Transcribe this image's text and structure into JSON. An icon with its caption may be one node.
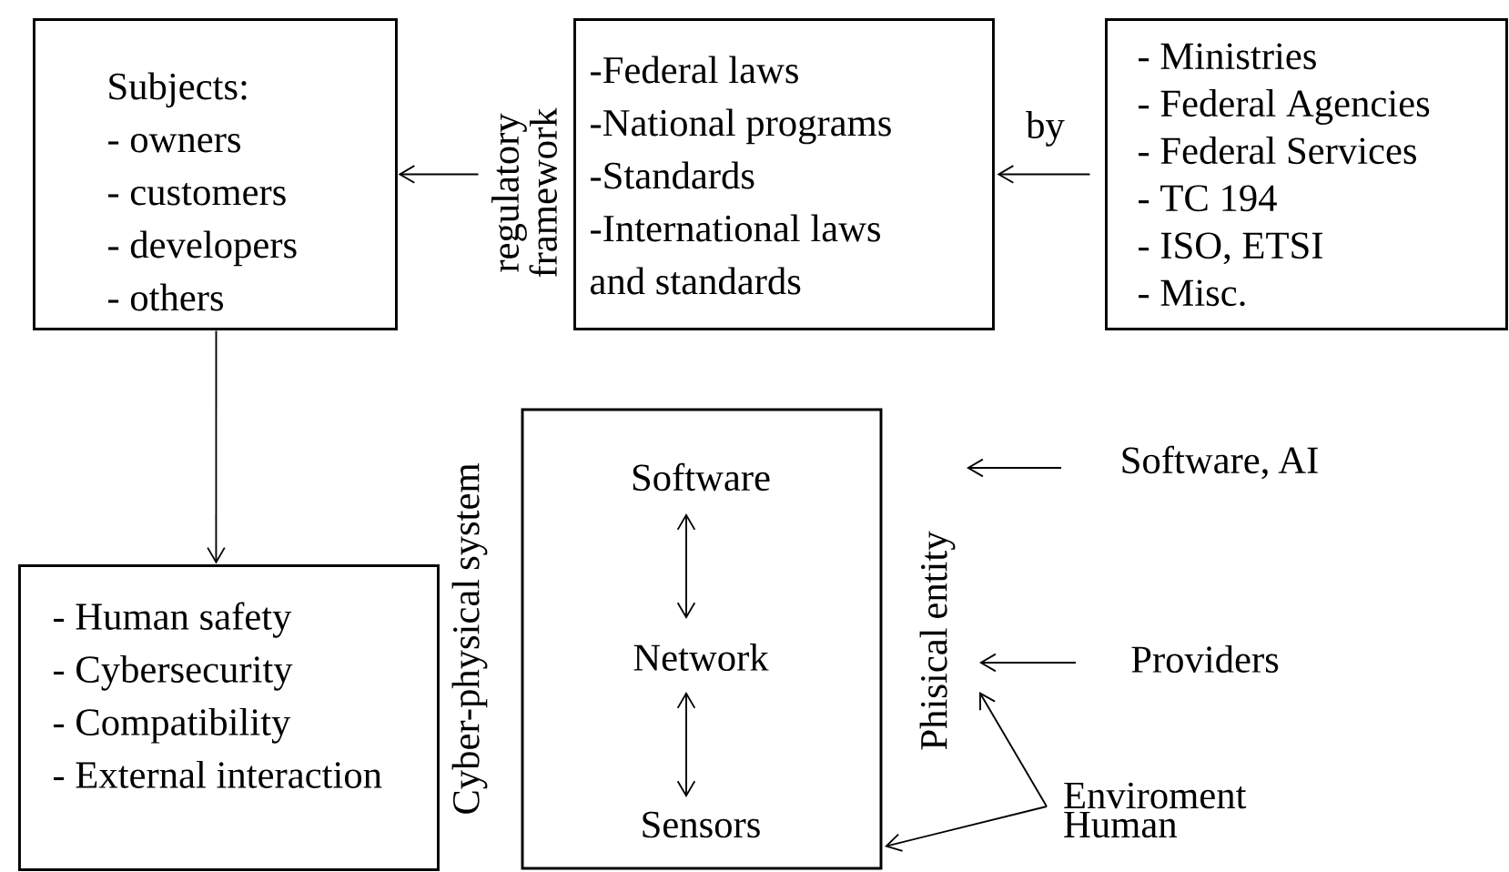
{
  "diagram": {
    "nodes": [
      {
        "text": [
          "Subjects:",
          "- owners",
          "- customers",
          "- developers",
          "- others"
        ]
      },
      {
        "text": [
          "-Federal laws",
          "-National programs",
          "-Standards",
          "-International laws and standards"
        ],
        "beside": [
          "regulatory framework"
        ]
      },
      {
        "text": [
          "- Ministries",
          "- Federal Agencies",
          "- Federal Services",
          "- TC 194",
          "- ISO, ETSI",
          "- Misc."
        ]
      },
      {
        "text": [
          "- Human safety",
          "- Cybersecurity",
          "- Compatibility",
          "- External interaction"
        ]
      },
      {
        "text": [],
        "shape": "box",
        "beside": [
          "Cyber-physical system"
        ]
      },
      {
        "text": [
          "Software"
        ],
        "in": 4
      },
      {
        "text": [
          "Network"
        ],
        "in": 4
      },
      {
        "text": [
          "Sensors"
        ],
        "in": 4
      },
      {
        "text": [
          "Phisical entity"
        ]
      },
      {
        "text": [
          "Software, AI"
        ]
      },
      {
        "text": [
          "Providers"
        ]
      },
      {
        "text": [
          "Enviroment Human"
        ]
      }
    ],
    "edges": [
      {
        "from": 1,
        "to": 0,
        "arrow": "to"
      },
      {
        "from": 2,
        "to": 1,
        "arrow": "to",
        "label": "by"
      },
      {
        "from": 0,
        "to": 3,
        "arrow": "to"
      },
      {
        "from": 5,
        "to": 6,
        "arrow": "both"
      },
      {
        "from": 6,
        "to": 7,
        "arrow": "both"
      },
      {
        "from": 9,
        "to": 8,
        "arrow": "to"
      },
      {
        "from": 10,
        "to": 8,
        "arrow": "to"
      },
      {
        "from": 11,
        "to": 8,
        "arrow": "to"
      },
      {
        "from": 11,
        "to": 4,
        "arrow": "to"
      }
    ]
  }
}
